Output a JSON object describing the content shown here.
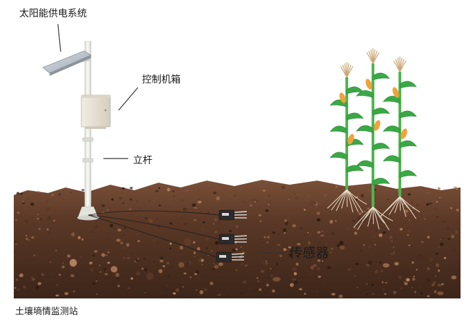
{
  "labels": {
    "solar": "太阳能供电系统",
    "control_box": "控制机箱",
    "pole": "立杆",
    "sensor": "传感器"
  },
  "caption": "土壤墒情监测站",
  "colors": {
    "soil_dark": "#3a2418",
    "soil_mid": "#6b4530",
    "soil_light": "#9a6a4c",
    "pole": "#eeeeea",
    "box": "#e9e3d6",
    "corn_green": "#3aa845",
    "corn_tassel": "#c9a978",
    "corn_cob": "#f2a23a",
    "sensor_body": "#2b2b2b",
    "leader_line": "#333333"
  },
  "icons": [
    "solar-panel-icon",
    "control-box-icon",
    "pole-icon",
    "soil-sensor-icon",
    "corn-plant-icon"
  ]
}
